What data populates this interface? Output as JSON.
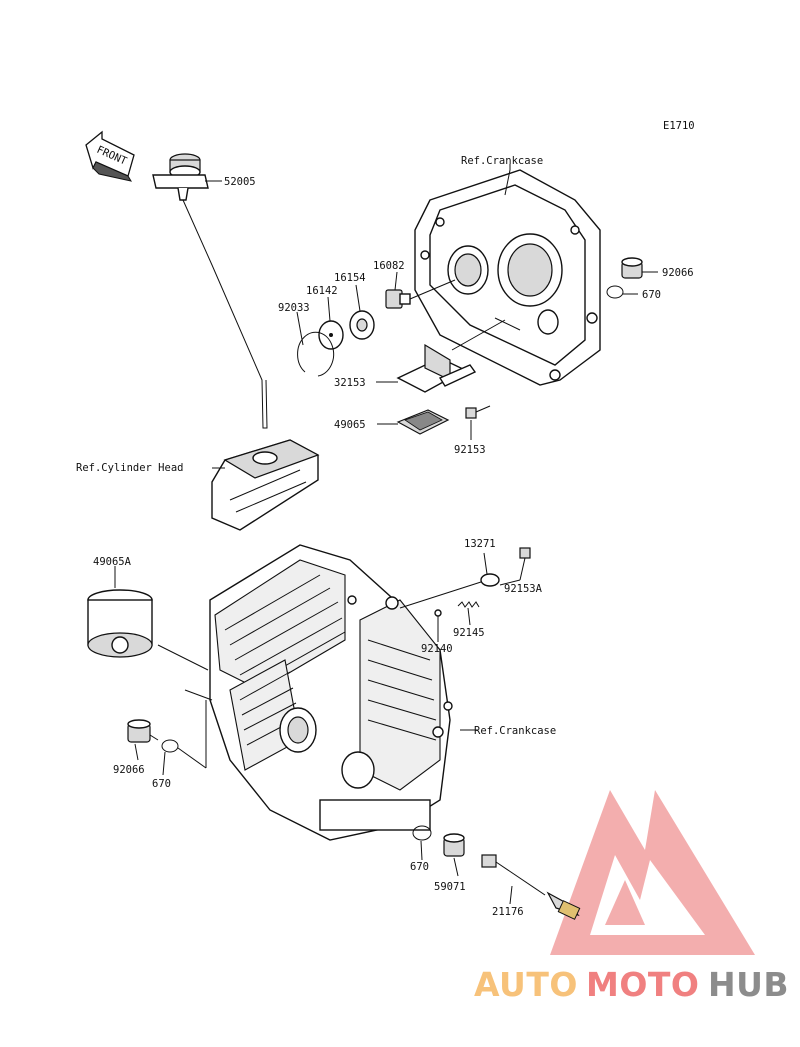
{
  "diagram": {
    "code": "E1710",
    "front_label": "FRONT",
    "labels": {
      "p52005": "52005",
      "ref_crankcase_top": "Ref.Crankcase",
      "p16082": "16082",
      "p16154": "16154",
      "p16142": "16142",
      "p92033": "92033",
      "p92066_top": "92066",
      "p670_top": "670",
      "p32153": "32153",
      "p49065": "49065",
      "p92153": "92153",
      "ref_cylinder_head": "Ref.Cylinder Head",
      "p49065A": "49065A",
      "p13271": "13271",
      "p92153A": "92153A",
      "p92145": "92145",
      "p92140": "92140",
      "ref_crankcase_bottom": "Ref.Crankcase",
      "p92066_bottom": "92066",
      "p670_bottom_left": "670",
      "p670_bottom": "670",
      "p59071": "59071",
      "p21176": "21176"
    }
  },
  "watermark": {
    "part1": "AUTO",
    "part2": "MOTO",
    "part3": "HUB",
    "colors": {
      "auto": "#f7c27a",
      "moto": "#f08080",
      "hub": "#8c8c8c",
      "logo": "#f2a0a0"
    }
  }
}
